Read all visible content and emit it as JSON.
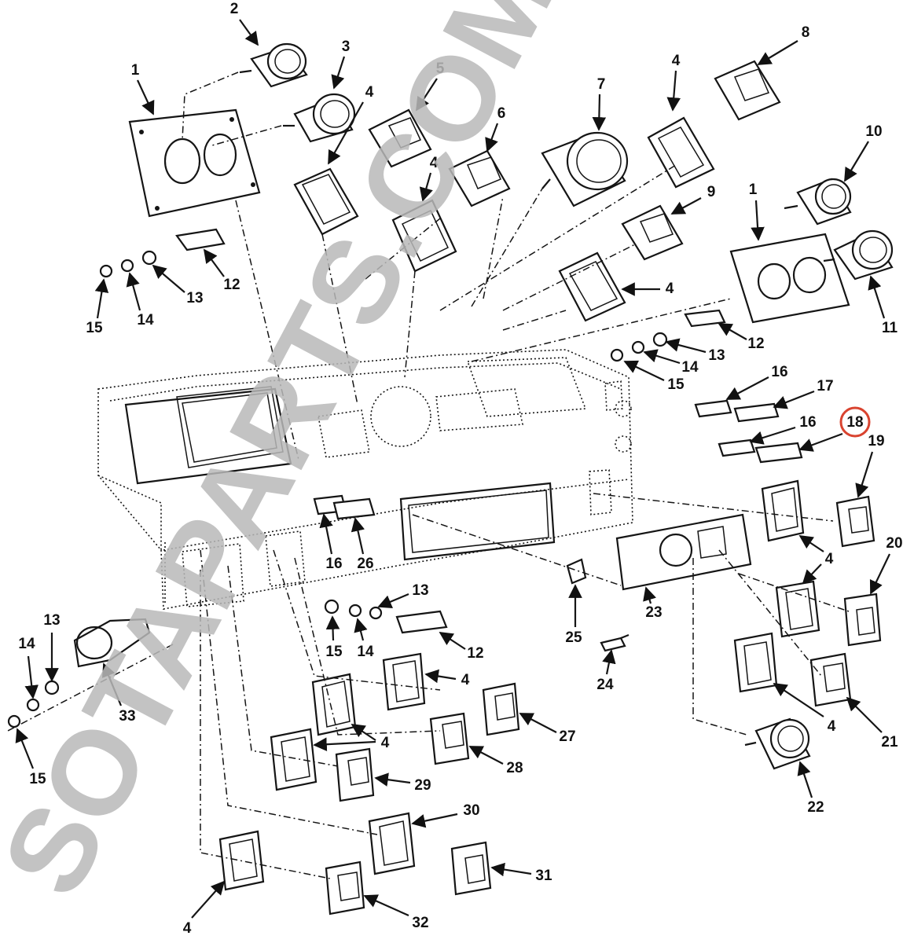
{
  "diagram": {
    "callouts": {
      "c1a": "1",
      "c1b": "1",
      "c2": "2",
      "c3": "3",
      "c4a": "4",
      "c4b": "4",
      "c4c": "4",
      "c4d": "4",
      "c4e": "4",
      "c4f": "4",
      "c4g": "4",
      "c4h": "4",
      "c4i": "4",
      "c5": "5",
      "c6": "6",
      "c7": "7",
      "c8": "8",
      "c9": "9",
      "c10": "10",
      "c11": "11",
      "c12a": "12",
      "c12b": "12",
      "c12c": "12",
      "c13a": "13",
      "c13b": "13",
      "c13c": "13",
      "c13d": "13",
      "c14a": "14",
      "c14b": "14",
      "c14c": "14",
      "c14d": "14",
      "c15a": "15",
      "c15b": "15",
      "c15c": "15",
      "c15d": "15",
      "c16a": "16",
      "c16b": "16",
      "c16c": "16",
      "c17": "17",
      "c18": "18",
      "c19": "19",
      "c20": "20",
      "c21": "21",
      "c22": "22",
      "c23": "23",
      "c24": "24",
      "c25": "25",
      "c26": "26",
      "c27": "27",
      "c28": "28",
      "c29": "29",
      "c30": "30",
      "c31": "31",
      "c32": "32",
      "c33": "33"
    },
    "highlighted_callout": "18",
    "highlight_color": "#d9432f",
    "watermark": {
      "text": "SOTAPARTS.COM",
      "gray_color": "#b9b9b9",
      "red_color": "#d47878"
    }
  }
}
